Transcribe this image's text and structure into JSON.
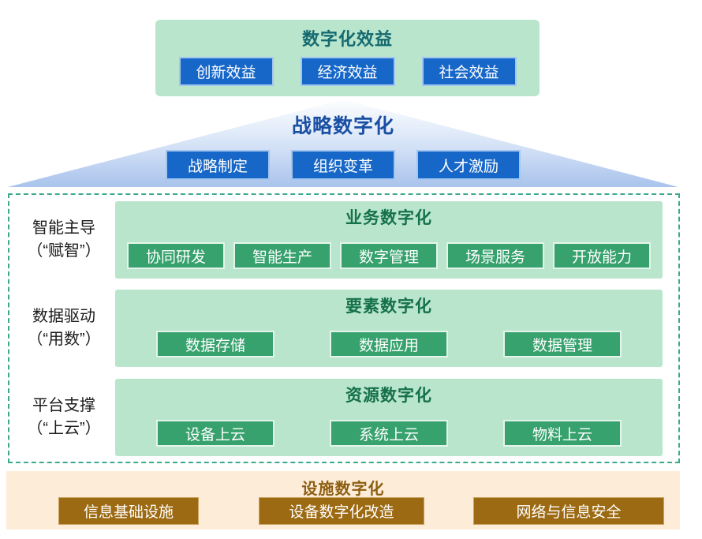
{
  "benefits": {
    "title": "数字化效益",
    "items": [
      "创新效益",
      "经济效益",
      "社会效益"
    ]
  },
  "strategy": {
    "title": "战略数字化",
    "items": [
      "战略制定",
      "组织变革",
      "人才激励"
    ]
  },
  "core_rows": [
    {
      "label_line1": "智能主导",
      "label_line2": "（“赋智”）",
      "title": "业务数字化",
      "items": [
        "协同研发",
        "智能生产",
        "数字管理",
        "场景服务",
        "开放能力"
      ]
    },
    {
      "label_line1": "数据驱动",
      "label_line2": "（“用数”）",
      "title": "要素数字化",
      "items": [
        "数据存储",
        "数据应用",
        "数据管理"
      ]
    },
    {
      "label_line1": "平台支撑",
      "label_line2": "（“上云”）",
      "title": "资源数字化",
      "items": [
        "设备上云",
        "系统上云",
        "物料上云"
      ]
    }
  ],
  "foundation": {
    "title": "设施数字化",
    "items": [
      "信息基础设施",
      "设备数字化改造",
      "网络与信息安全"
    ]
  },
  "colors": {
    "mint": "#b9e5cc",
    "teal-title": "#156a70",
    "green-title": "#15714a",
    "blue-btn": "#1767c8",
    "blue-btn-border": "#a3c6ef",
    "blue-title": "#1a4fa4",
    "green-btn": "#37a26e",
    "green-btn-border": "#e3f4ea",
    "dash-border": "#3da98c",
    "cream": "#fcecd8",
    "brown-title": "#8d5e10",
    "brown-btn": "#9c6a12",
    "brown-btn-border": "#caa45f",
    "pyr-top": "#fdfeff",
    "pyr-mid": "#dbe7f8",
    "pyr-bot": "#a9c3ec"
  }
}
